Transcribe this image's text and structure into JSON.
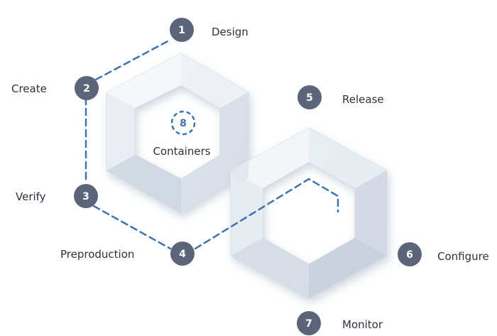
{
  "colors": {
    "badge": "#5b6478",
    "dashed_line": "#3b74b0",
    "label_text": "#2b3340",
    "ring_light": "#f2f5f9",
    "ring_shadow": "#c9d1dc"
  },
  "steps": [
    {
      "number": "1",
      "label": "Design"
    },
    {
      "number": "2",
      "label": "Create"
    },
    {
      "number": "3",
      "label": "Verify"
    },
    {
      "number": "4",
      "label": "Preproduction"
    },
    {
      "number": "5",
      "label": "Release"
    },
    {
      "number": "6",
      "label": "Configure"
    },
    {
      "number": "7",
      "label": "Monitor"
    }
  ],
  "center": {
    "number": "8",
    "label": "Containers"
  }
}
